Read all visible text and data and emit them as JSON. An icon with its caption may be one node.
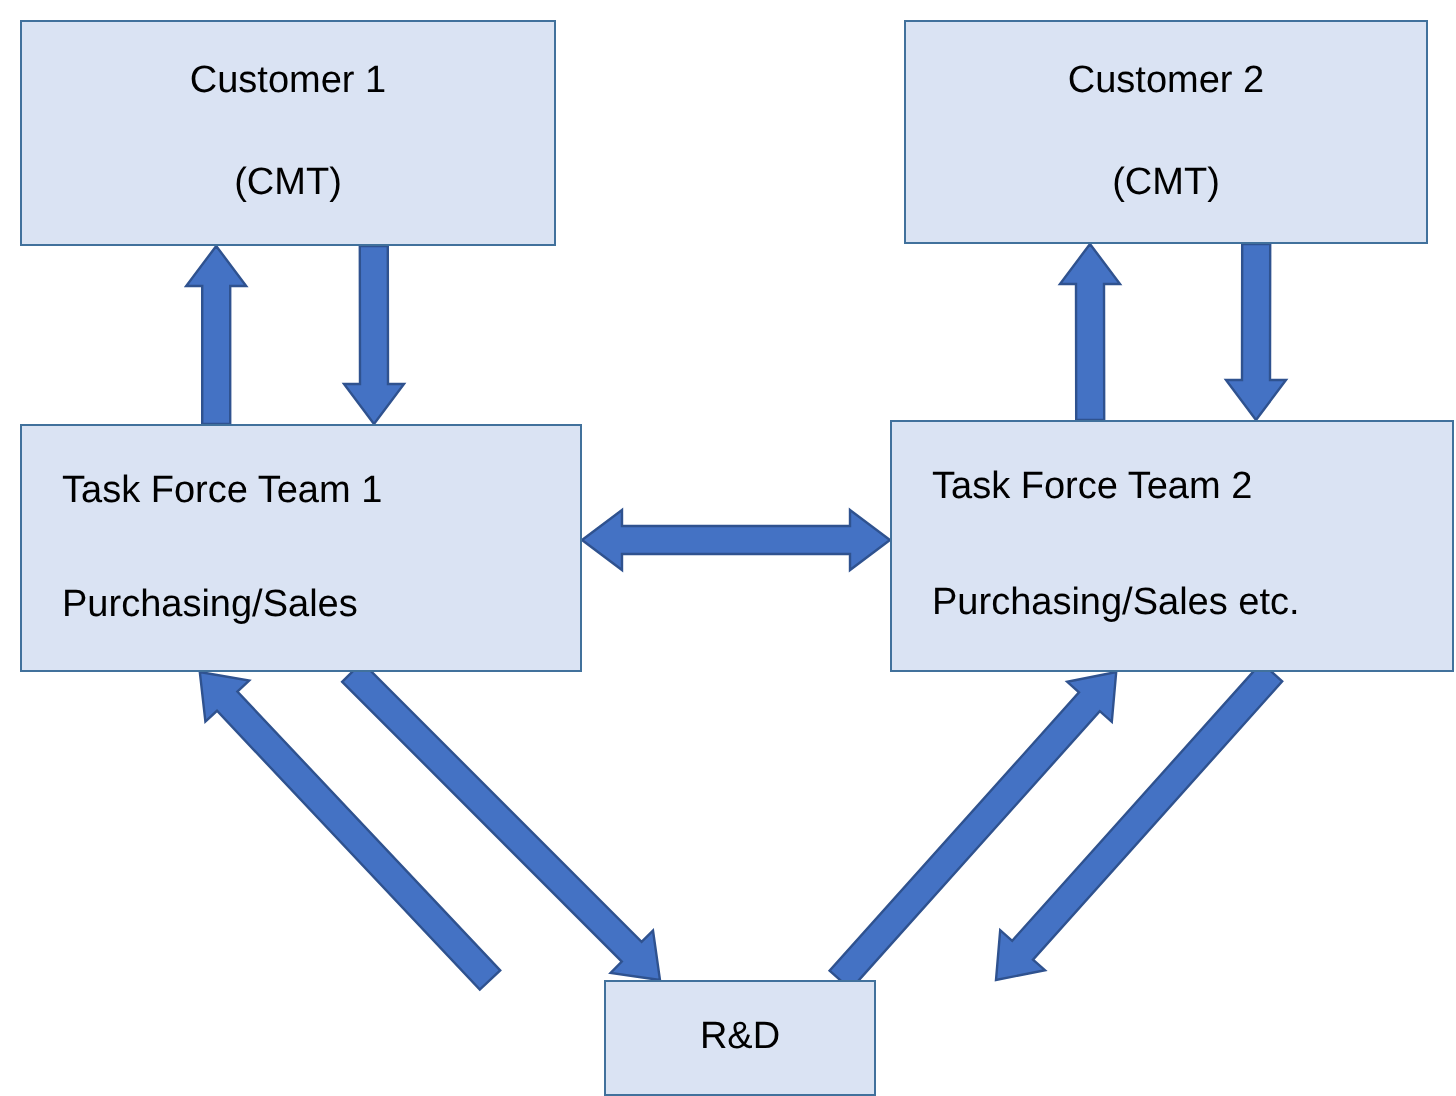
{
  "diagram": {
    "nodes": [
      {
        "text": [
          "Customer 1",
          "(CMT)"
        ]
      },
      {
        "text": [
          "Customer 2",
          "(CMT)"
        ]
      },
      {
        "text": [
          "Task Force Team 1",
          "Purchasing/Sales"
        ]
      },
      {
        "text": [
          "Task Force Team 2",
          "Purchasing/Sales etc."
        ]
      },
      {
        "text": [
          "R&D"
        ]
      }
    ],
    "edges": [
      {
        "from": 2,
        "to": 0,
        "arrow": "to"
      },
      {
        "from": 0,
        "to": 2,
        "arrow": "to"
      },
      {
        "from": 3,
        "to": 1,
        "arrow": "to"
      },
      {
        "from": 1,
        "to": 3,
        "arrow": "to"
      },
      {
        "from": 2,
        "to": 3,
        "arrow": "both"
      },
      {
        "from": 4,
        "to": 2,
        "arrow": "to"
      },
      {
        "from": 2,
        "to": 4,
        "arrow": "to"
      },
      {
        "from": 4,
        "to": 3,
        "arrow": "to"
      },
      {
        "from": 3,
        "to": 4,
        "arrow": "to"
      }
    ]
  }
}
